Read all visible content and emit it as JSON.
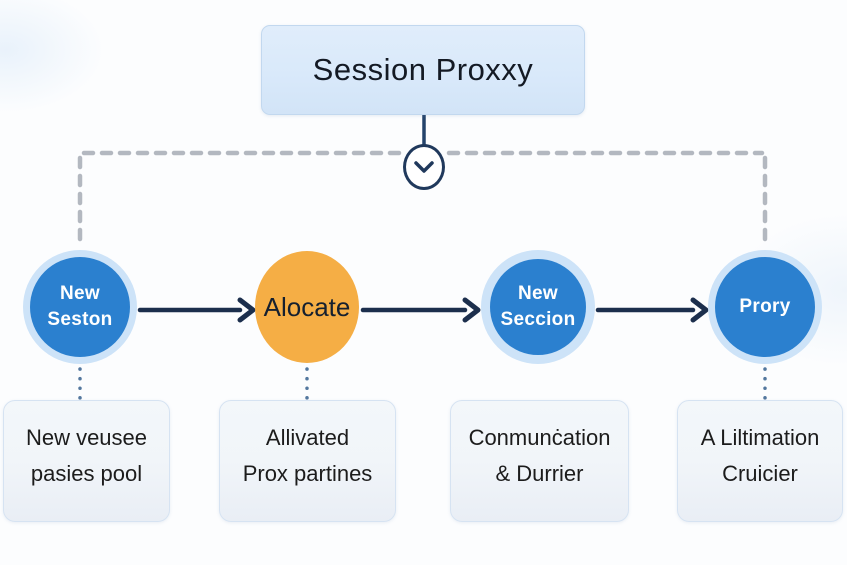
{
  "colors": {
    "node_blue": "#2b80cf",
    "node_halo": "#cde3f8",
    "node_orange": "#f5ae45",
    "arrow_navy": "#1c2f4d",
    "dash_gray": "#b3b8c0",
    "dot_blue": "#53779e",
    "title_bg": "#d9e9fa",
    "title_border": "#c2d8ef",
    "card_bg": "#f1f5f9",
    "card_border": "#d6e3f2",
    "text_dark": "#1c1c1c"
  },
  "header": {
    "title": "Session Proxxy"
  },
  "connector": {
    "icon": "chevron-down"
  },
  "nodes": [
    {
      "color": "blue",
      "label_lines": [
        "New",
        "Seston"
      ]
    },
    {
      "color": "orange",
      "label_lines": [
        "Alocate"
      ]
    },
    {
      "color": "blue",
      "label_lines": [
        "New",
        "Seccion"
      ]
    },
    {
      "color": "blue",
      "label_lines": [
        "Prory"
      ]
    }
  ],
  "cards": [
    {
      "lines": [
        "New veusee",
        "pasies pool"
      ]
    },
    {
      "lines": [
        "Allivated",
        "Prox partines"
      ]
    },
    {
      "lines": [
        "Conmunċation",
        "& Durrier"
      ]
    },
    {
      "lines": [
        "A Liltimation",
        "Cruicier"
      ]
    }
  ]
}
